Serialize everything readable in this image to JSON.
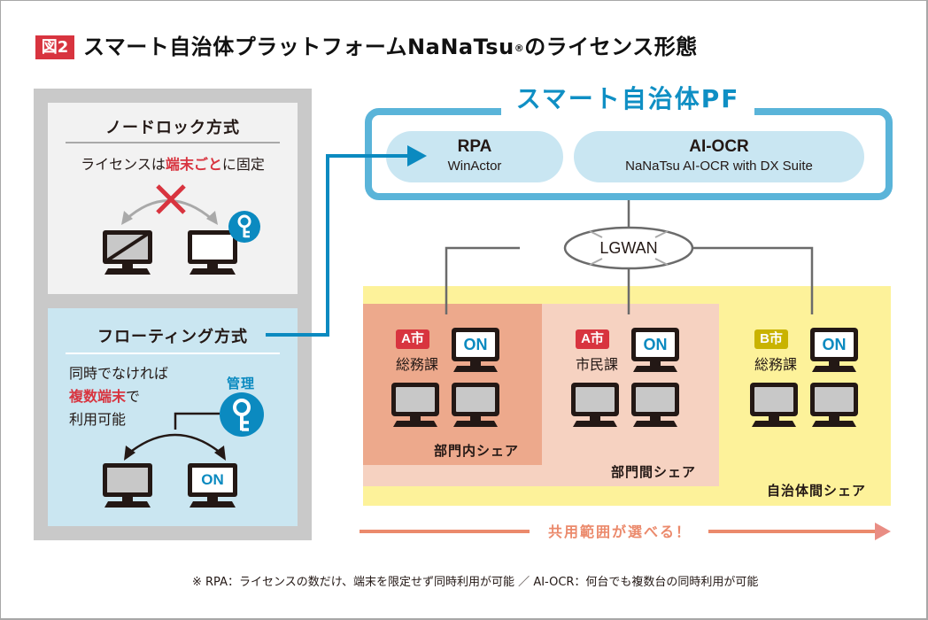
{
  "figure": {
    "badge": "図2",
    "title_main": "スマート自治体プラットフォームNaNaTsu",
    "title_reg": "®",
    "title_tail": "のライセンス形態"
  },
  "nodelock": {
    "title": "ノードロック方式",
    "desc_before": "ライセンスは",
    "desc_highlight": "端末ごと",
    "desc_after": "に固定"
  },
  "floating": {
    "title": "フローティング方式",
    "line1": "同時でなければ",
    "line2_highlight": "複数端末",
    "line2_after": "で",
    "line3": "利用可能",
    "key_label": "管理",
    "on_label": "ON"
  },
  "platform": {
    "title": "スマート自治体PF",
    "products": [
      {
        "name": "RPA",
        "product": "WinActor"
      },
      {
        "name": "AI-OCR",
        "product": "NaNaTsu AI-OCR with DX Suite"
      }
    ]
  },
  "network": {
    "label": "LGWAN"
  },
  "groups": [
    {
      "city": "A市",
      "dept": "総務課",
      "on_label": "ON"
    },
    {
      "city": "A市",
      "dept": "市民課",
      "on_label": "ON"
    },
    {
      "city": "B市",
      "dept": "総務課",
      "on_label": "ON"
    }
  ],
  "share_scopes": {
    "within_dept": "部門内シェア",
    "between_depts": "部門間シェア",
    "between_municipalities": "自治体間シェア"
  },
  "range_label": "共用範囲が選べる！",
  "footnote": "※ RPA：ライセンスの数だけ、端末を限定せず同時利用が可能 ／ AI-OCR：何台でも複数台の同時利用が可能",
  "colors": {
    "accent_red": "#d8343f",
    "accent_blue": "#0f8fc4",
    "pf_border": "#5ab4d9",
    "city_a": "#d8343f",
    "city_b": "#c9b300",
    "range_arrow": "#eb8a6c"
  }
}
